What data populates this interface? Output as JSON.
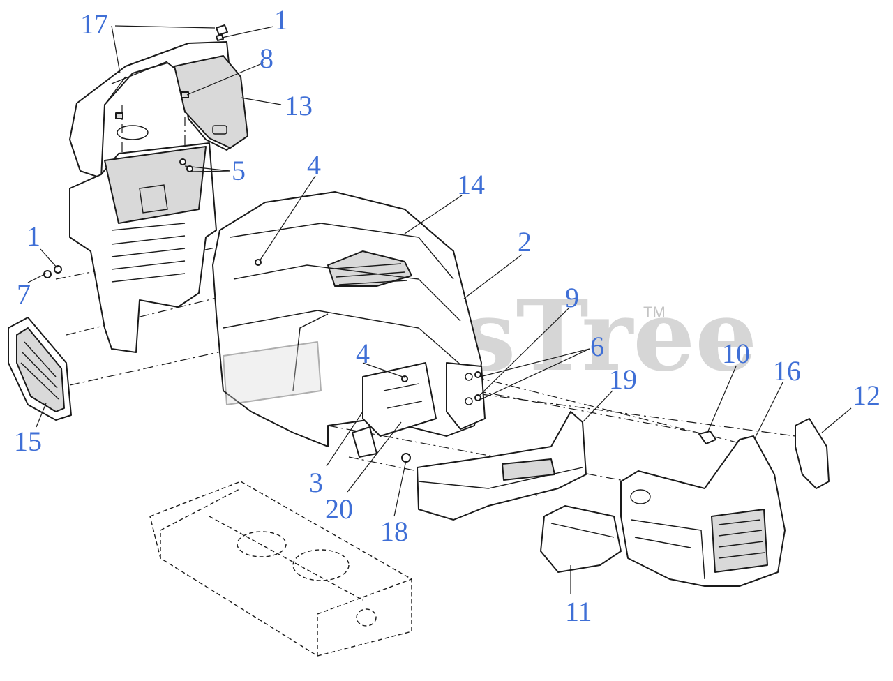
{
  "watermark": {
    "text": "PartsTree",
    "mark": "TM"
  },
  "callouts": [
    {
      "id": "c17",
      "label": "17"
    },
    {
      "id": "c1a",
      "label": "1"
    },
    {
      "id": "c8",
      "label": "8"
    },
    {
      "id": "c13",
      "label": "13"
    },
    {
      "id": "c5",
      "label": "5"
    },
    {
      "id": "c4a",
      "label": "4"
    },
    {
      "id": "c14",
      "label": "14"
    },
    {
      "id": "c1b",
      "label": "1"
    },
    {
      "id": "c2",
      "label": "2"
    },
    {
      "id": "c7",
      "label": "7"
    },
    {
      "id": "c9",
      "label": "9"
    },
    {
      "id": "c6",
      "label": "6"
    },
    {
      "id": "c4b",
      "label": "4"
    },
    {
      "id": "c10",
      "label": "10"
    },
    {
      "id": "c16",
      "label": "16"
    },
    {
      "id": "c19",
      "label": "19"
    },
    {
      "id": "c12",
      "label": "12"
    },
    {
      "id": "c15",
      "label": "15"
    },
    {
      "id": "c3",
      "label": "3"
    },
    {
      "id": "c20",
      "label": "20"
    },
    {
      "id": "c18",
      "label": "18"
    },
    {
      "id": "c11",
      "label": "11"
    }
  ]
}
